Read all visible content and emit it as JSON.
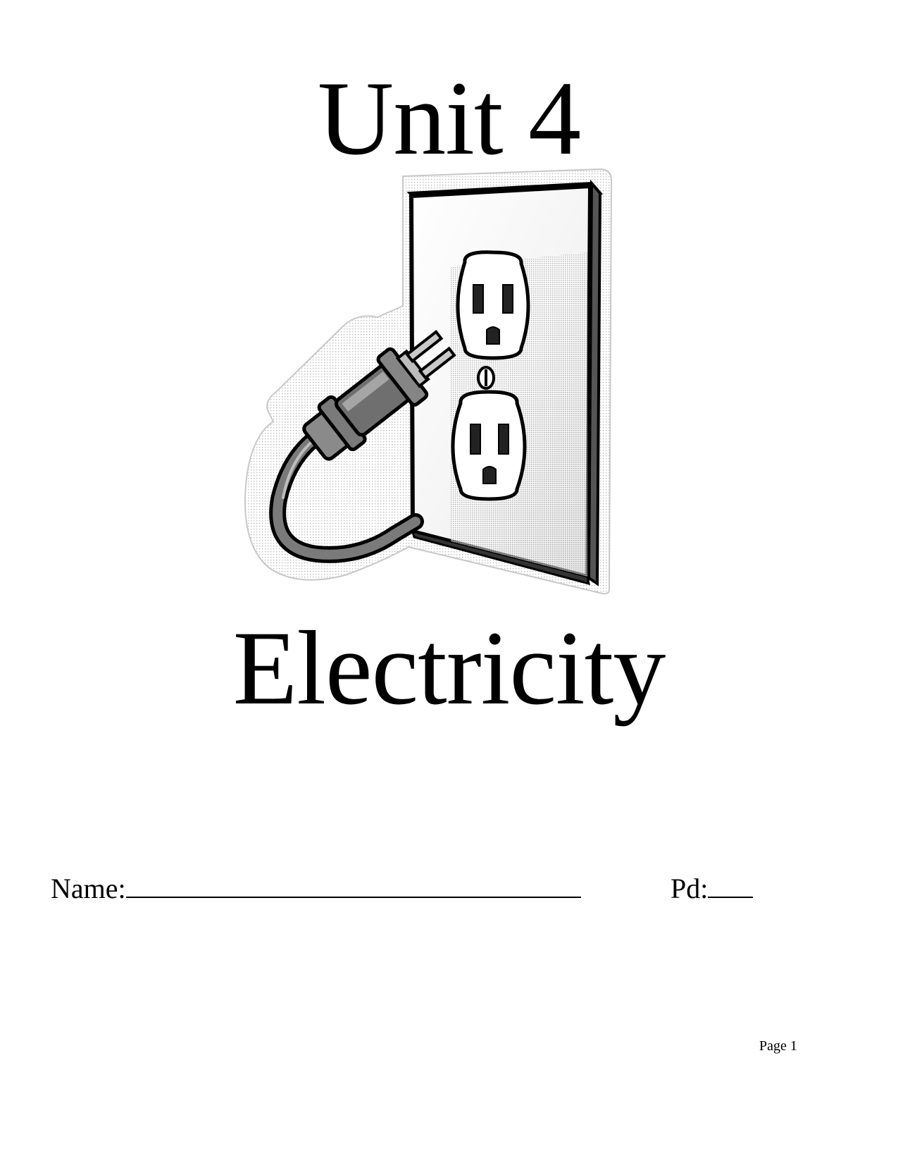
{
  "header": {
    "unit_title": "Unit 4"
  },
  "illustration": {
    "icon": "electrical-outlet-with-plug-icon"
  },
  "subject": {
    "title": "Electricity"
  },
  "form": {
    "name_label": "Name:",
    "period_label": "Pd:"
  },
  "footer": {
    "page_label": "Page 1"
  },
  "colors": {
    "ink": "#000000",
    "paper": "#ffffff",
    "halftone_gray": "#9a9a9a",
    "light_gray": "#d9d9d9"
  }
}
